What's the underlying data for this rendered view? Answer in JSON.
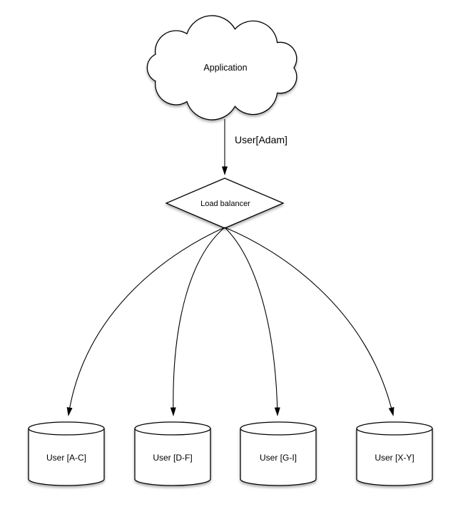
{
  "diagram": {
    "application_label": "Application",
    "request_label": "User[Adam]",
    "load_balancer_label": "Load balancer",
    "shards": [
      {
        "label": "User [A-C]"
      },
      {
        "label": "User [D-F]"
      },
      {
        "label": "User [G-I]"
      },
      {
        "label": "User [X-Y]"
      }
    ],
    "colors": {
      "shape_fill": "#ffffff",
      "shape_stroke": "#000000",
      "text": "#000000",
      "background": "#ffffff"
    }
  }
}
